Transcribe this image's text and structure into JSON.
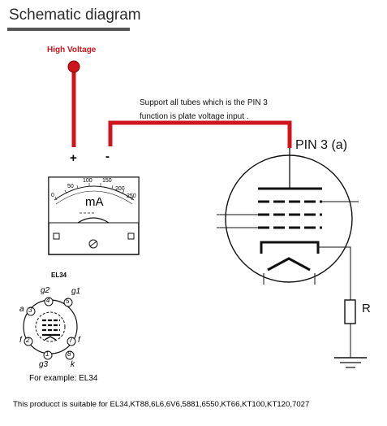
{
  "title": "Schematic diagram",
  "high_voltage_label": "High Voltage",
  "support_text": {
    "line1": "Support all tubes which is the PIN 3",
    "line2": "function is plate voltage input ."
  },
  "plus_label": "+",
  "minus_label": "-",
  "pin3_label": "PIN 3 (a)",
  "resistor_label": "R",
  "meter": {
    "unit": "mA",
    "scale": [
      "0",
      "50",
      "100",
      "150",
      "200",
      "250"
    ]
  },
  "tube_base": {
    "name": "EL34",
    "pins": [
      "g2",
      "g1",
      "a",
      "f",
      "f",
      "g3",
      "k"
    ],
    "pin_numbers": [
      "4",
      "5",
      "3",
      "2",
      "7",
      "1",
      "8"
    ],
    "example": "For example: EL34"
  },
  "footer": "This producct is suitable for EL34,KT88,6L6,6V6,5881,6550,KT66,KT100,KT120,7027",
  "colors": {
    "wire_red": "#d0141c",
    "line": "#111111"
  }
}
